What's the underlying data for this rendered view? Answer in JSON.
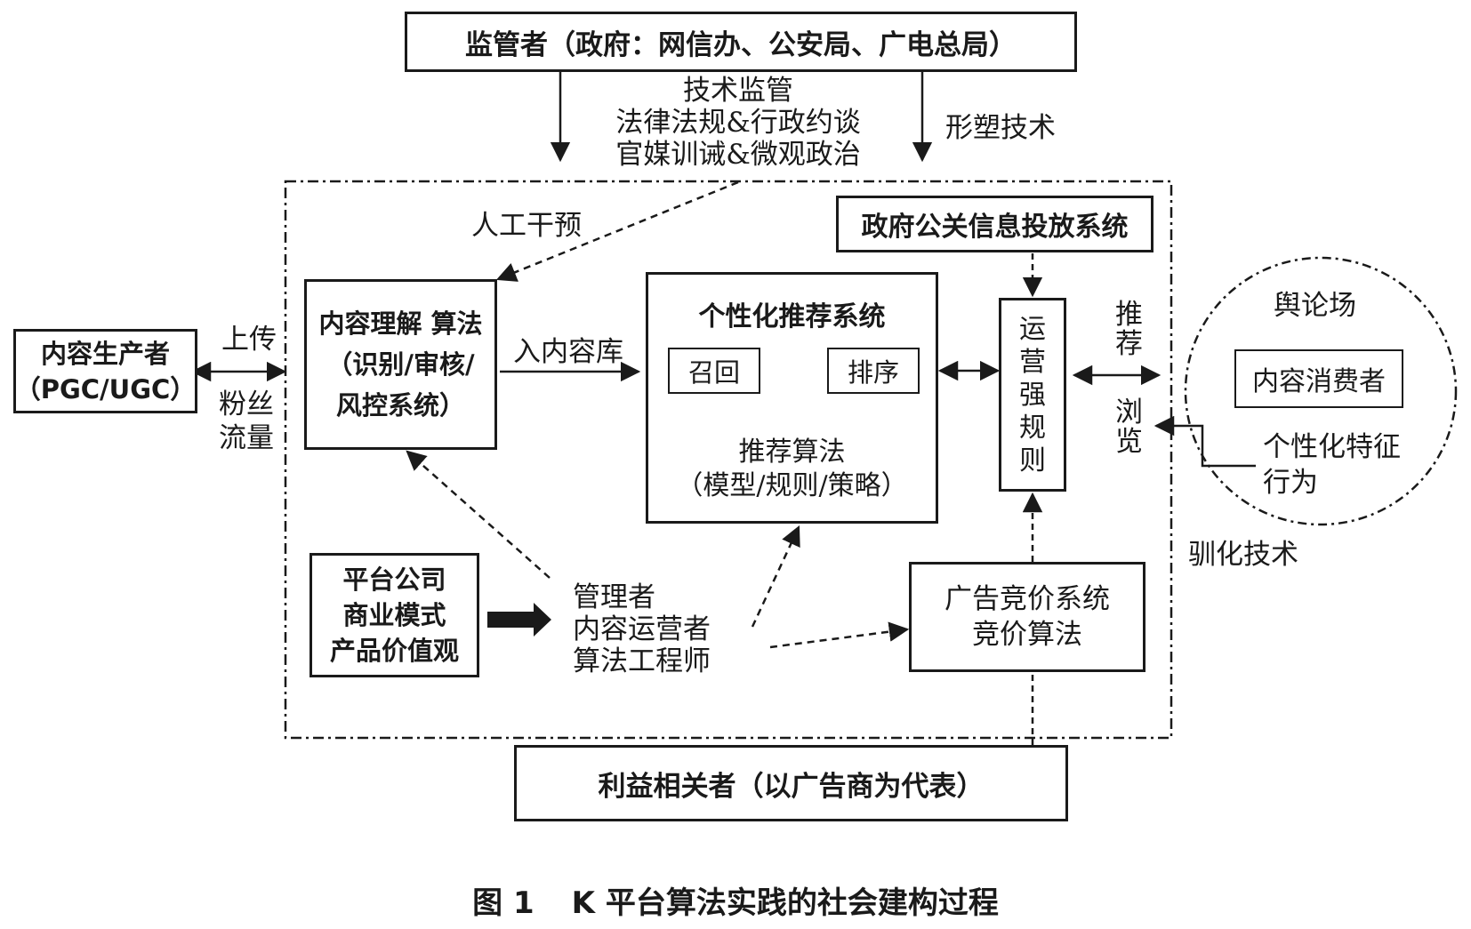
{
  "regulator": {
    "title": "监管者（政府：网信办、公安局、广电总局）"
  },
  "regulator_methods": {
    "line1": "技术监管",
    "line2": "法律法规&行政约谈",
    "line3": "官媒训诫&微观政治"
  },
  "shaping_tech": "形塑技术",
  "manual_intervention": "人工干预",
  "gov_pr_system": "政府公关信息投放系统",
  "producer": {
    "line1": "内容生产者",
    "line2": "（PGC/UGC）"
  },
  "upload": "上传",
  "fan_traffic": {
    "line1": "粉丝",
    "line2": "流量"
  },
  "content_understanding": {
    "line1": "内容理解 算法",
    "line2": "（识别/审核/",
    "line3": "风控系统）"
  },
  "into_library": "入内容库",
  "recommend_system": {
    "title": "个性化推荐系统",
    "recall": "召回",
    "ranking": "排序",
    "algo_line1": "推荐算法",
    "algo_line2": "（模型/规则/策略）"
  },
  "operation_rules": [
    "运",
    "营",
    "强",
    "规",
    "则"
  ],
  "recommend_label": [
    "推",
    "荐"
  ],
  "browse_label": [
    "浏",
    "览"
  ],
  "public_opinion": {
    "title": "舆论场",
    "consumer": "内容消费者",
    "feature_line1": "个性化特征",
    "feature_line2": "行为"
  },
  "domestication_tech": "驯化技术",
  "platform_company": {
    "line1": "平台公司",
    "line2": "商业模式",
    "line3": "产品价值观"
  },
  "managers": {
    "line1": "管理者",
    "line2": "内容运营者",
    "line3": "算法工程师"
  },
  "ad_bidding": {
    "line1": "广告竞价系统",
    "line2": "竞价算法"
  },
  "stakeholders": "利益相关者（以广告商为代表）",
  "caption": {
    "fig_no": "图 1",
    "title": "K 平台算法实践的社会建构过程"
  }
}
